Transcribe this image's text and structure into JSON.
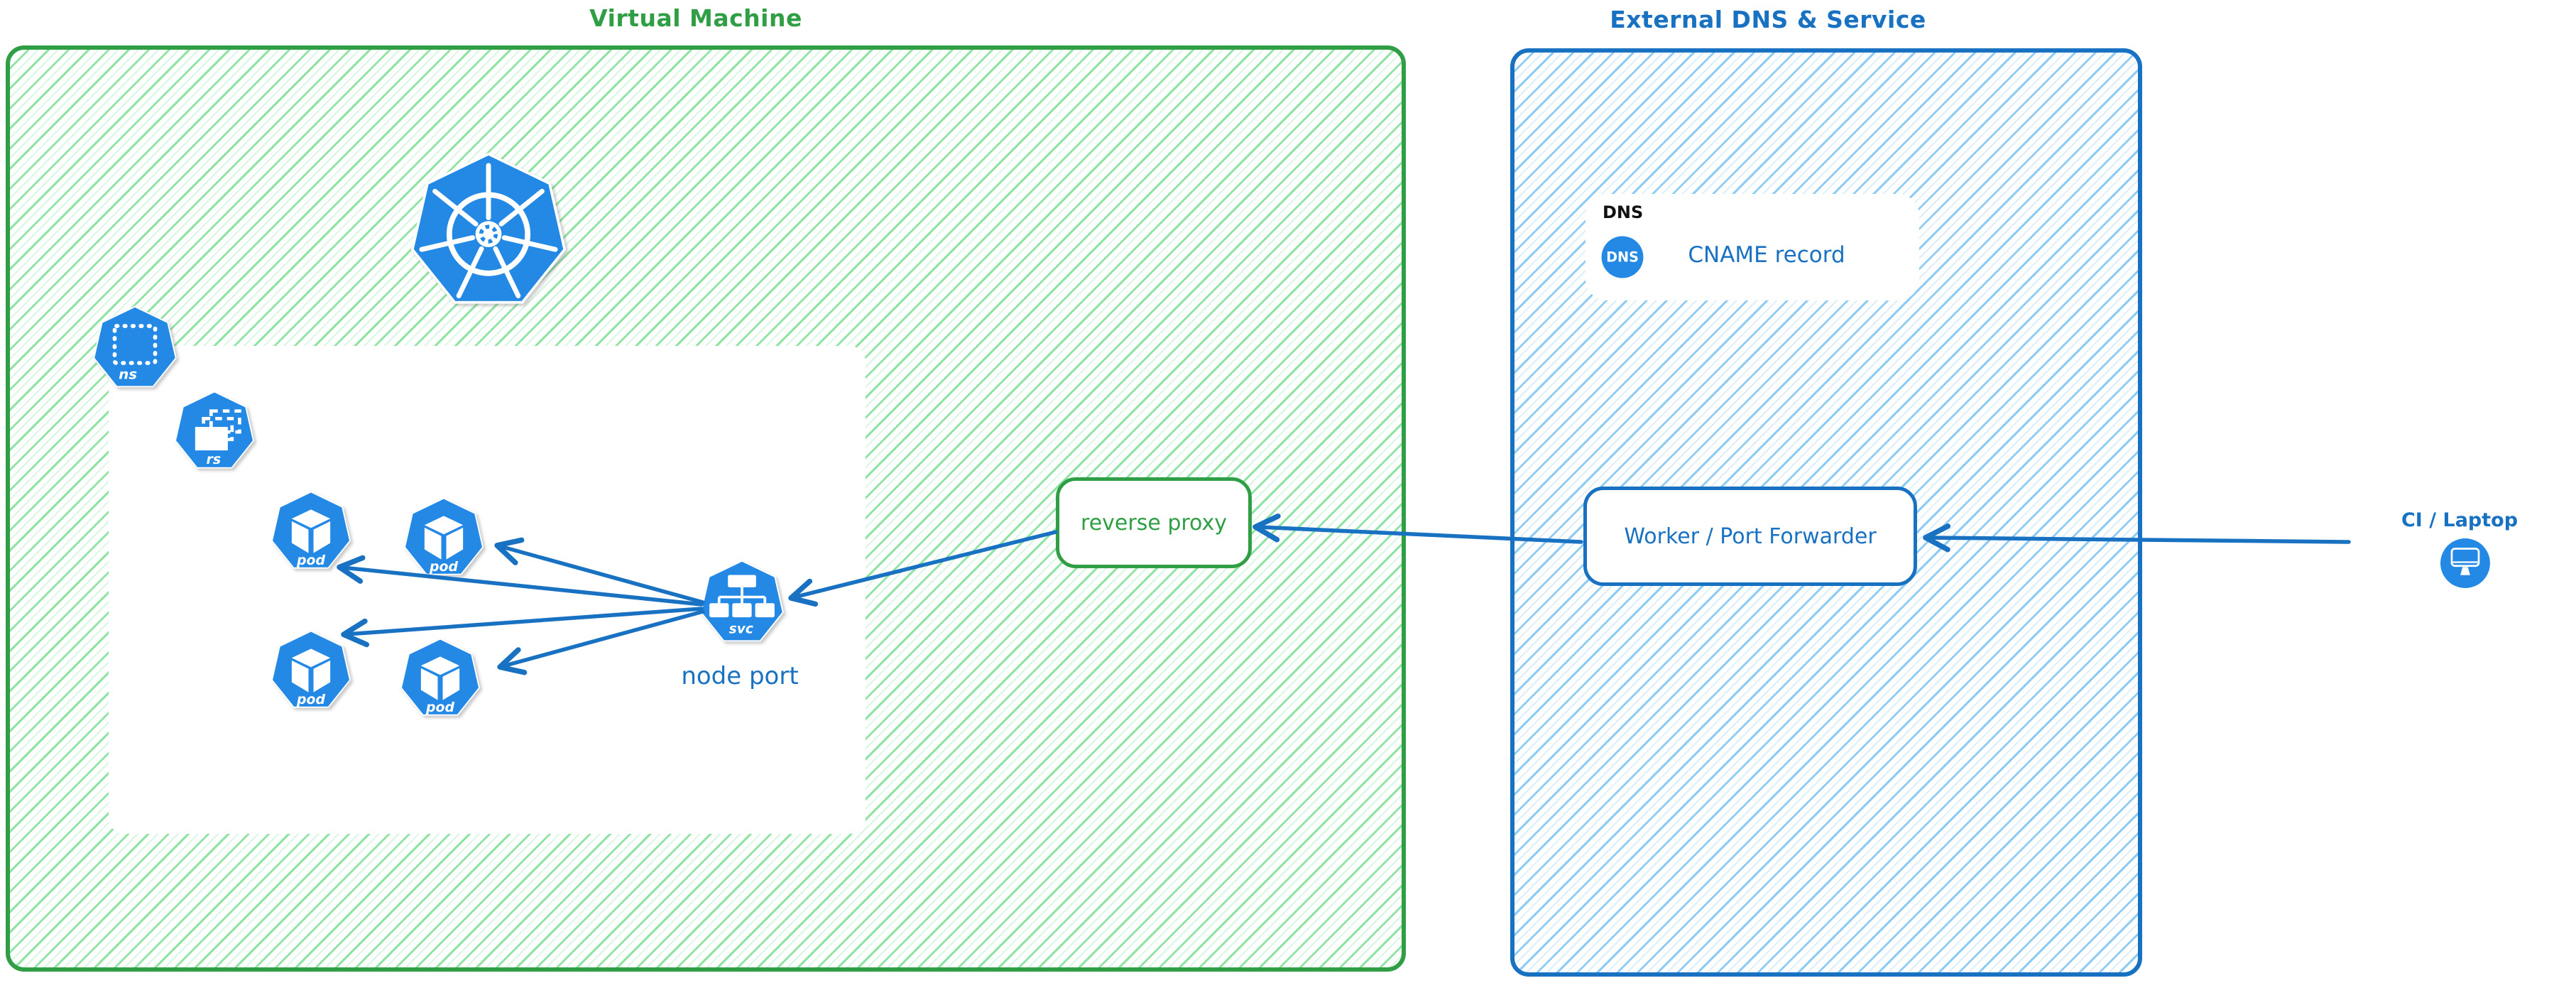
{
  "palette": {
    "green_stroke": "#2f9e44",
    "green_hatch": "#8fe3a3",
    "blue_stroke": "#1971c2",
    "blue_hatch": "#8fccf5",
    "icon_blue": "#2389e5",
    "dns_tag_color": "#111111"
  },
  "virtual_machine": {
    "title": "Virtual Machine",
    "namespace_icon_label": "ns",
    "replicaset_icon_label": "rs",
    "pod_label": "pod",
    "service_icon_label": "svc",
    "node_port_label": "node port"
  },
  "reverse_proxy": {
    "label": "reverse proxy"
  },
  "external_dns_service": {
    "title": "External DNS & Service",
    "dns_record": {
      "tag": "DNS",
      "icon_label": "DNS",
      "label": "CNAME record"
    },
    "worker": {
      "label": "Worker / Port Forwarder"
    }
  },
  "ci_laptop": {
    "label": "CI / Laptop"
  },
  "icons": {
    "kubernetes": "kubernetes-wheel-heptagon",
    "namespace": "dotted-square-heptagon",
    "replicaset": "stacked-rectangles-heptagon",
    "pod": "cube-heptagon",
    "service": "tree-heptagon",
    "dns": "dns-circle",
    "laptop": "monitor-circle"
  },
  "connections": [
    {
      "from": "ci-laptop",
      "to": "worker-port-forwarder"
    },
    {
      "from": "worker-port-forwarder",
      "to": "reverse-proxy"
    },
    {
      "from": "reverse-proxy",
      "to": "node-port-service"
    },
    {
      "from": "node-port-service",
      "to": "pod-1"
    },
    {
      "from": "node-port-service",
      "to": "pod-2"
    },
    {
      "from": "node-port-service",
      "to": "pod-3"
    },
    {
      "from": "node-port-service",
      "to": "pod-4"
    }
  ]
}
